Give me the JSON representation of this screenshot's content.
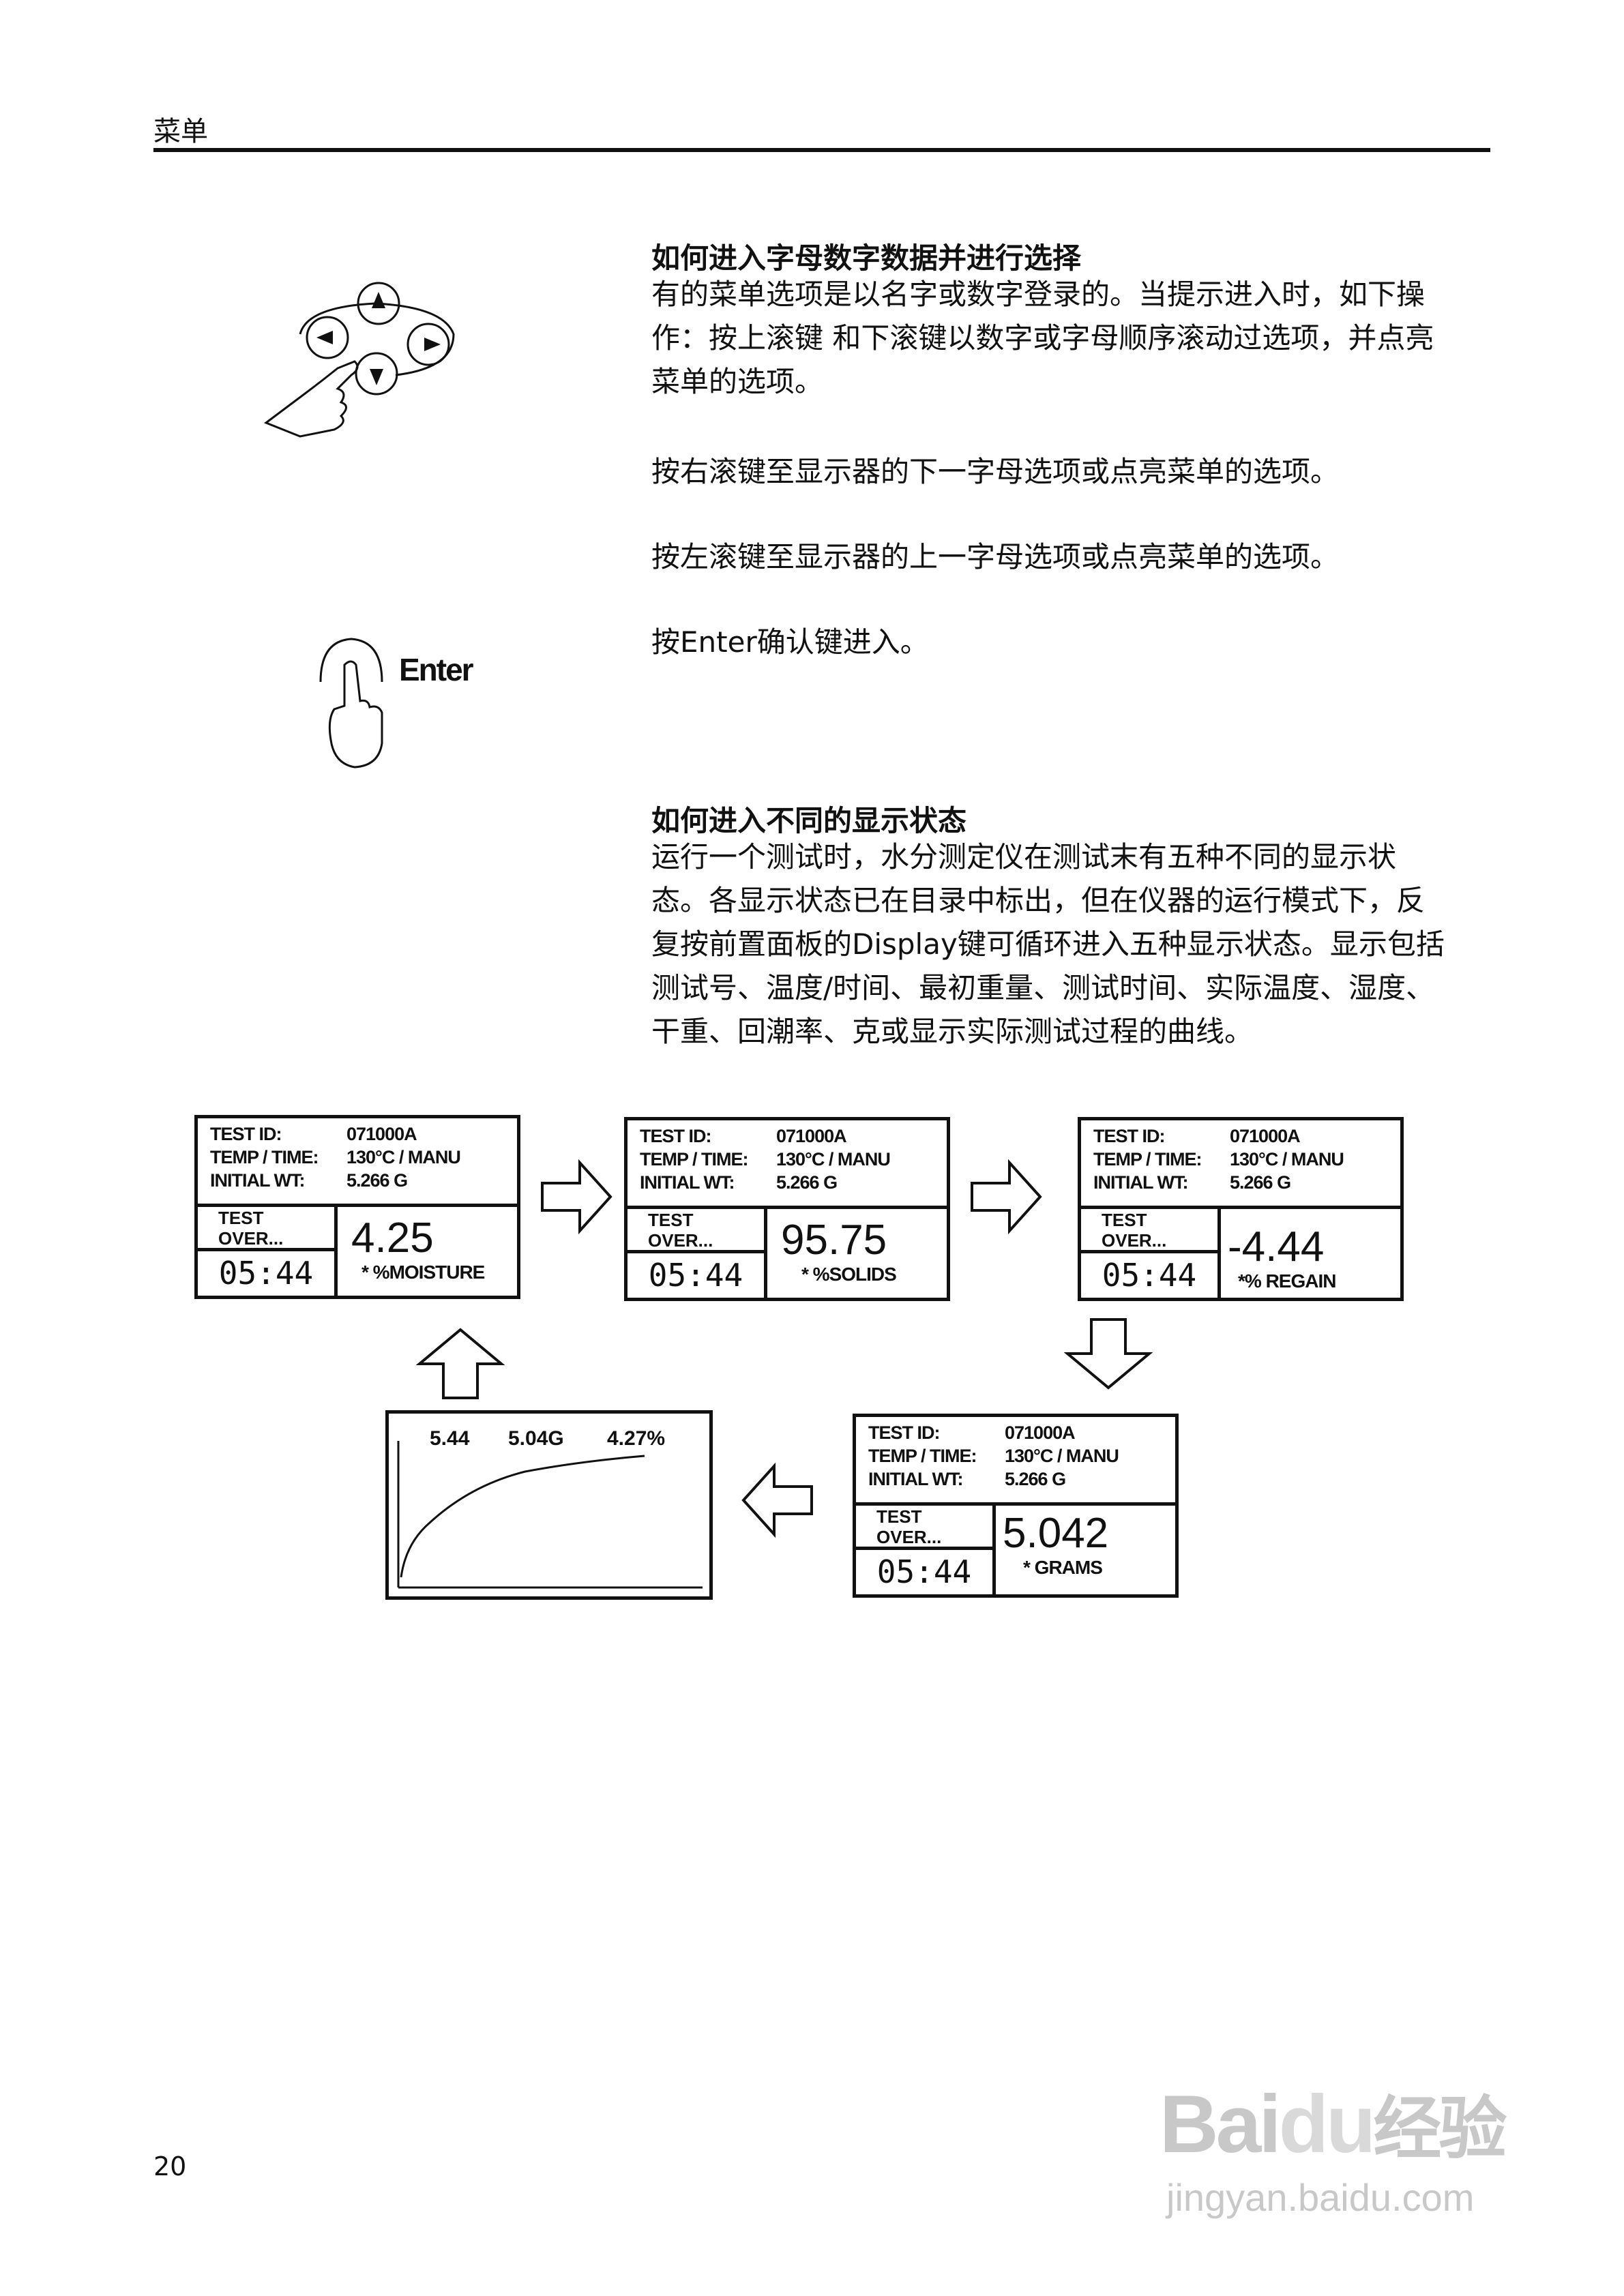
{
  "header": {
    "title": "菜单"
  },
  "section1": {
    "title": "如何进入字母数字数据并进行选择",
    "p1_lines": [
      "有的菜单选项是以名字或数字登录的。当提示进入时，如下操",
      "作：按上滚键 和下滚键以数字或字母顺序滚动过选项，并点亮",
      "菜单的选项。"
    ],
    "p2": "按右滚键至显示器的下一字母选项或点亮菜单的选项。",
    "p3": "按左滚键至显示器的上一字母选项或点亮菜单的选项。",
    "p4": "按Enter确认键进入。",
    "enter_label": "Enter"
  },
  "section2": {
    "title": "如何进入不同的显示状态",
    "lines": [
      "运行一个测试时，水分测定仪在测试末有五种不同的显示状",
      "态。各显示状态已在目录中标出，但在仪器的运行模式下，反",
      "复按前置面板的Display键可循环进入五种显示状态。显示包括",
      "测试号、温度/时间、最初重量、测试时间、实际温度、湿度、",
      "干重、回潮率、克或显示实际测试过程的曲线。"
    ]
  },
  "displays": [
    {
      "labels": [
        "TEST ID:",
        "TEMP / TIME:",
        "INITIAL WT:"
      ],
      "values": [
        "071000A",
        "130°C / MANU",
        "5.266 G"
      ],
      "status1": "TEST",
      "status2": "OVER...",
      "timer": "05:44",
      "big": "4.25",
      "unit": "* %MOISTURE"
    },
    {
      "labels": [
        "TEST ID:",
        "TEMP / TIME:",
        "INITIAL WT:"
      ],
      "values": [
        "071000A",
        "130°C / MANU",
        "5.266 G"
      ],
      "status1": "TEST",
      "status2": "OVER...",
      "timer": "05:44",
      "big": "95.75",
      "unit": "* %SOLIDS"
    },
    {
      "labels": [
        "TEST ID:",
        "TEMP / TIME:",
        "INITIAL WT:"
      ],
      "values": [
        "071000A",
        "130°C / MANU",
        "5.266 G"
      ],
      "status1": "TEST",
      "status2": "OVER...",
      "timer": "05:44",
      "big": "-4.44",
      "unit": "*% REGAIN"
    },
    {
      "labels": [
        "TEST ID:",
        "TEMP / TIME:",
        "INITIAL WT:"
      ],
      "values": [
        "071000A",
        "130°C / MANU",
        "5.266 G"
      ],
      "status1": "TEST",
      "status2": "OVER...",
      "timer": "05:44",
      "big": "5.042",
      "unit": "* GRAMS"
    }
  ],
  "curve": {
    "labels": [
      "5.44",
      "5.04G",
      "4.27%"
    ]
  },
  "page_number": "20",
  "watermark": {
    "brand": "Bai",
    "brand2": "du",
    "cn": "经验",
    "url": "jingyan.baidu.com"
  }
}
